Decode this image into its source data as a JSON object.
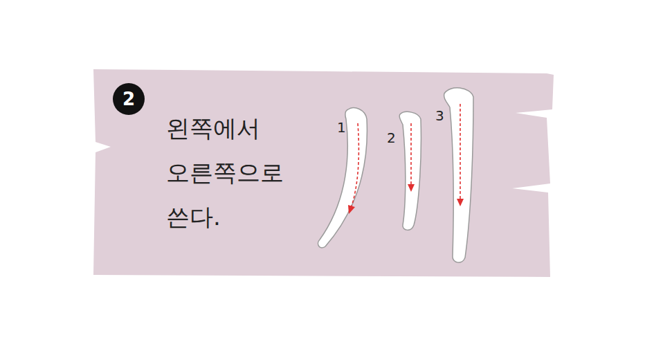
{
  "diagram": {
    "nodes": [
      {
        "text": [
          "왼쪽에서 오른쪽으로 쓴다."
        ]
      },
      {
        "text": [
          "2"
        ],
        "in": 0
      }
    ],
    "labels": [
      "1",
      "2",
      "3"
    ]
  }
}
